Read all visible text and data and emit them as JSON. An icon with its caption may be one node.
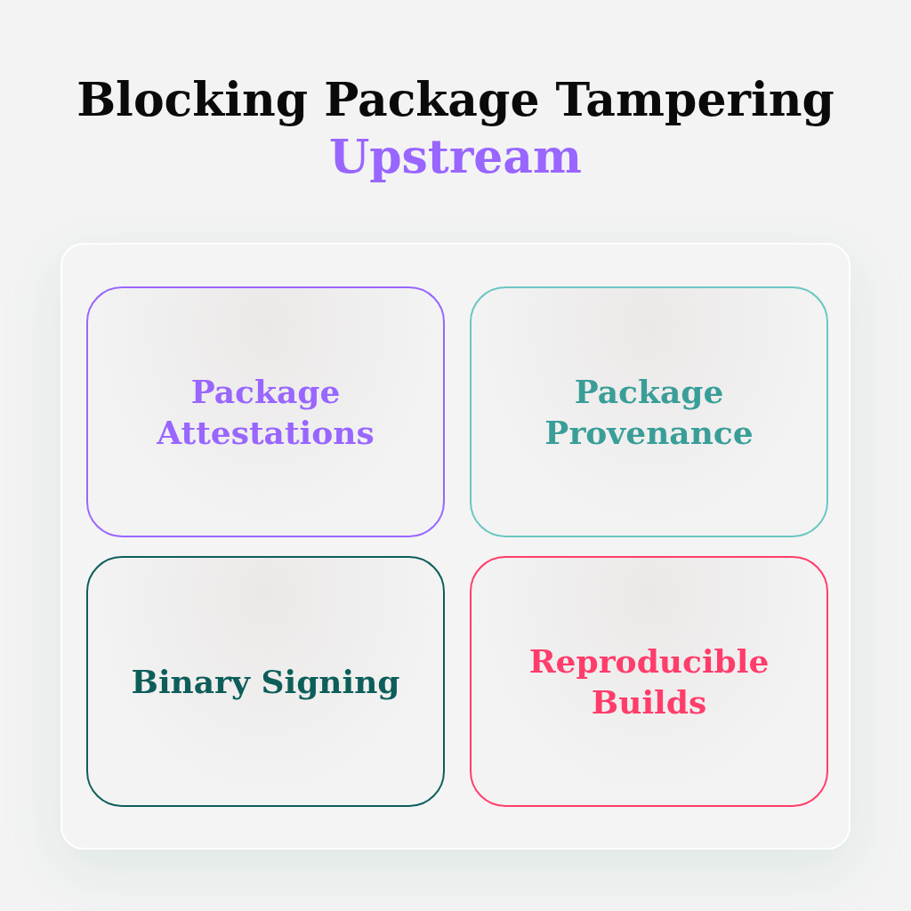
{
  "diagram": {
    "title": "Blocking Package Tampering Upstream",
    "nodes": [
      {
        "text": [],
        "shape": "box"
      },
      {
        "text": [
          "Package Attestations"
        ],
        "in": 0
      },
      {
        "text": [
          "Package Provenance"
        ],
        "in": 0
      },
      {
        "text": [
          "Binary Signing"
        ],
        "in": 0
      },
      {
        "text": [
          "Reproducible Builds"
        ],
        "in": 0
      }
    ]
  }
}
